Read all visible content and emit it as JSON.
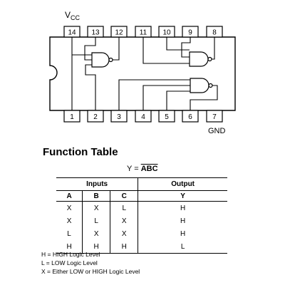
{
  "diagram": {
    "vcc_label": "V",
    "vcc_sub": "CC",
    "gnd_label": "GND",
    "top_pins": [
      "14",
      "13",
      "12",
      "11",
      "10",
      "9",
      "8"
    ],
    "bottom_pins": [
      "1",
      "2",
      "3",
      "4",
      "5",
      "6",
      "7"
    ]
  },
  "function_table": {
    "title": "Function Table",
    "equation_prefix": "Y = ",
    "equation_overlined": "ABC",
    "inputs_header": "Inputs",
    "output_header": "Output",
    "columns": [
      "A",
      "B",
      "C",
      "Y"
    ],
    "rows": [
      [
        "X",
        "X",
        "L",
        "H"
      ],
      [
        "X",
        "L",
        "X",
        "H"
      ],
      [
        "L",
        "X",
        "X",
        "H"
      ],
      [
        "H",
        "H",
        "H",
        "L"
      ]
    ]
  },
  "legend": [
    "H = HIGH Logic Level",
    "L = LOW Logic Level",
    "X = Either LOW or HIGH Logic Level"
  ]
}
